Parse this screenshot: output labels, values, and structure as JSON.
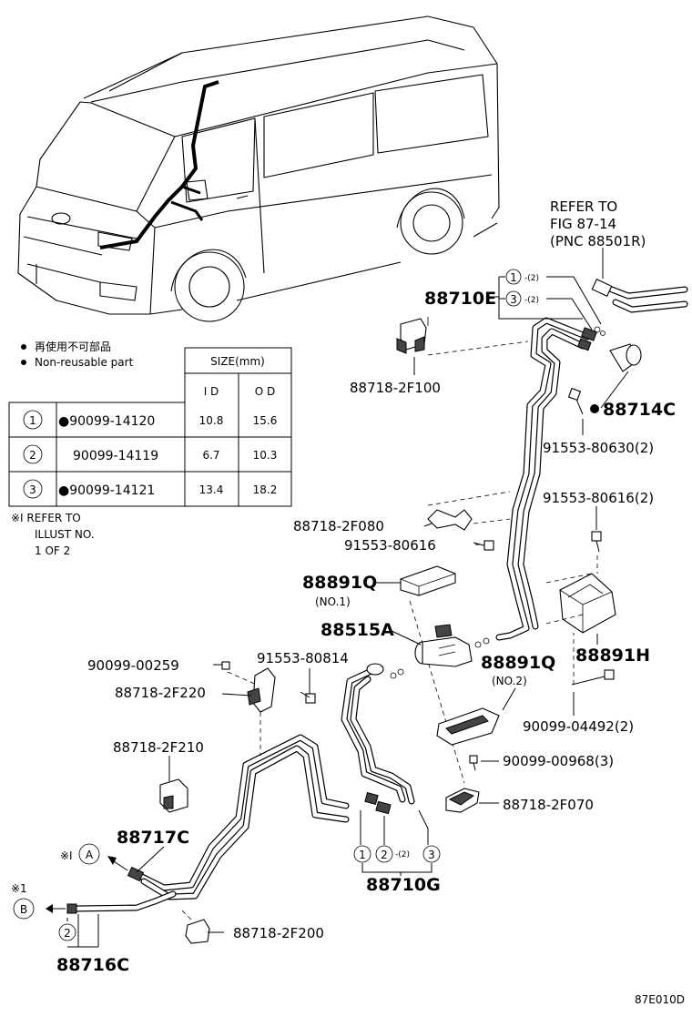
{
  "labels": {
    "refer_l1": "REFER TO",
    "refer_l2": "FIG 87-14",
    "refer_l3": "(PNC 88501R)",
    "p88710E": "88710E",
    "p88718_2F100": "88718-2F100",
    "p88714C": "88714C",
    "p91553_80630": "91553-80630(2)",
    "p91553_80616_2": "91553-80616(2)",
    "p88718_2F080": "88718-2F080",
    "p91553_80616": "91553-80616",
    "p88891Q_1": "88891Q",
    "no1": "(NO.1)",
    "p88515A": "88515A",
    "p88891H": "88891H",
    "p88891Q_2": "88891Q",
    "no2": "(NO.2)",
    "p90099_00259": "90099-00259",
    "p91553_80814": "91553-80814",
    "p88718_2F220": "88718-2F220",
    "p90099_04492": "90099-04492(2)",
    "p88718_2F210": "88718-2F210",
    "p90099_00968": "90099-00968(3)",
    "p88718_2F070": "88718-2F070",
    "p88717C": "88717C",
    "p88710G": "88710G",
    "p88718_2F200": "88718-2F200",
    "p88716C": "88716C",
    "x2": "-(2)",
    "ref_A": "A",
    "ref_B": "B",
    "ref_mark_A": "※I",
    "ref_mark_B": "※1",
    "num1": "1",
    "num2": "2",
    "num3": "3",
    "figure_code": "87E010D"
  },
  "legend": {
    "jp": "再使用不可部品",
    "en": "Non-reusable part"
  },
  "note": {
    "l1": "※I REFER TO",
    "l2": "ILLUST NO.",
    "l3": "1 OF 2"
  },
  "table": {
    "size_header": "SIZE(mm)",
    "id_header": "I D",
    "od_header": "O D",
    "rows": [
      {
        "num": "1",
        "part": "●90099-14120",
        "id": "10.8",
        "od": "15.6"
      },
      {
        "num": "2",
        "part": "90099-14119",
        "id": "6.7",
        "od": "10.3"
      },
      {
        "num": "3",
        "part": "●90099-14121",
        "id": "13.4",
        "od": "18.2"
      }
    ]
  }
}
